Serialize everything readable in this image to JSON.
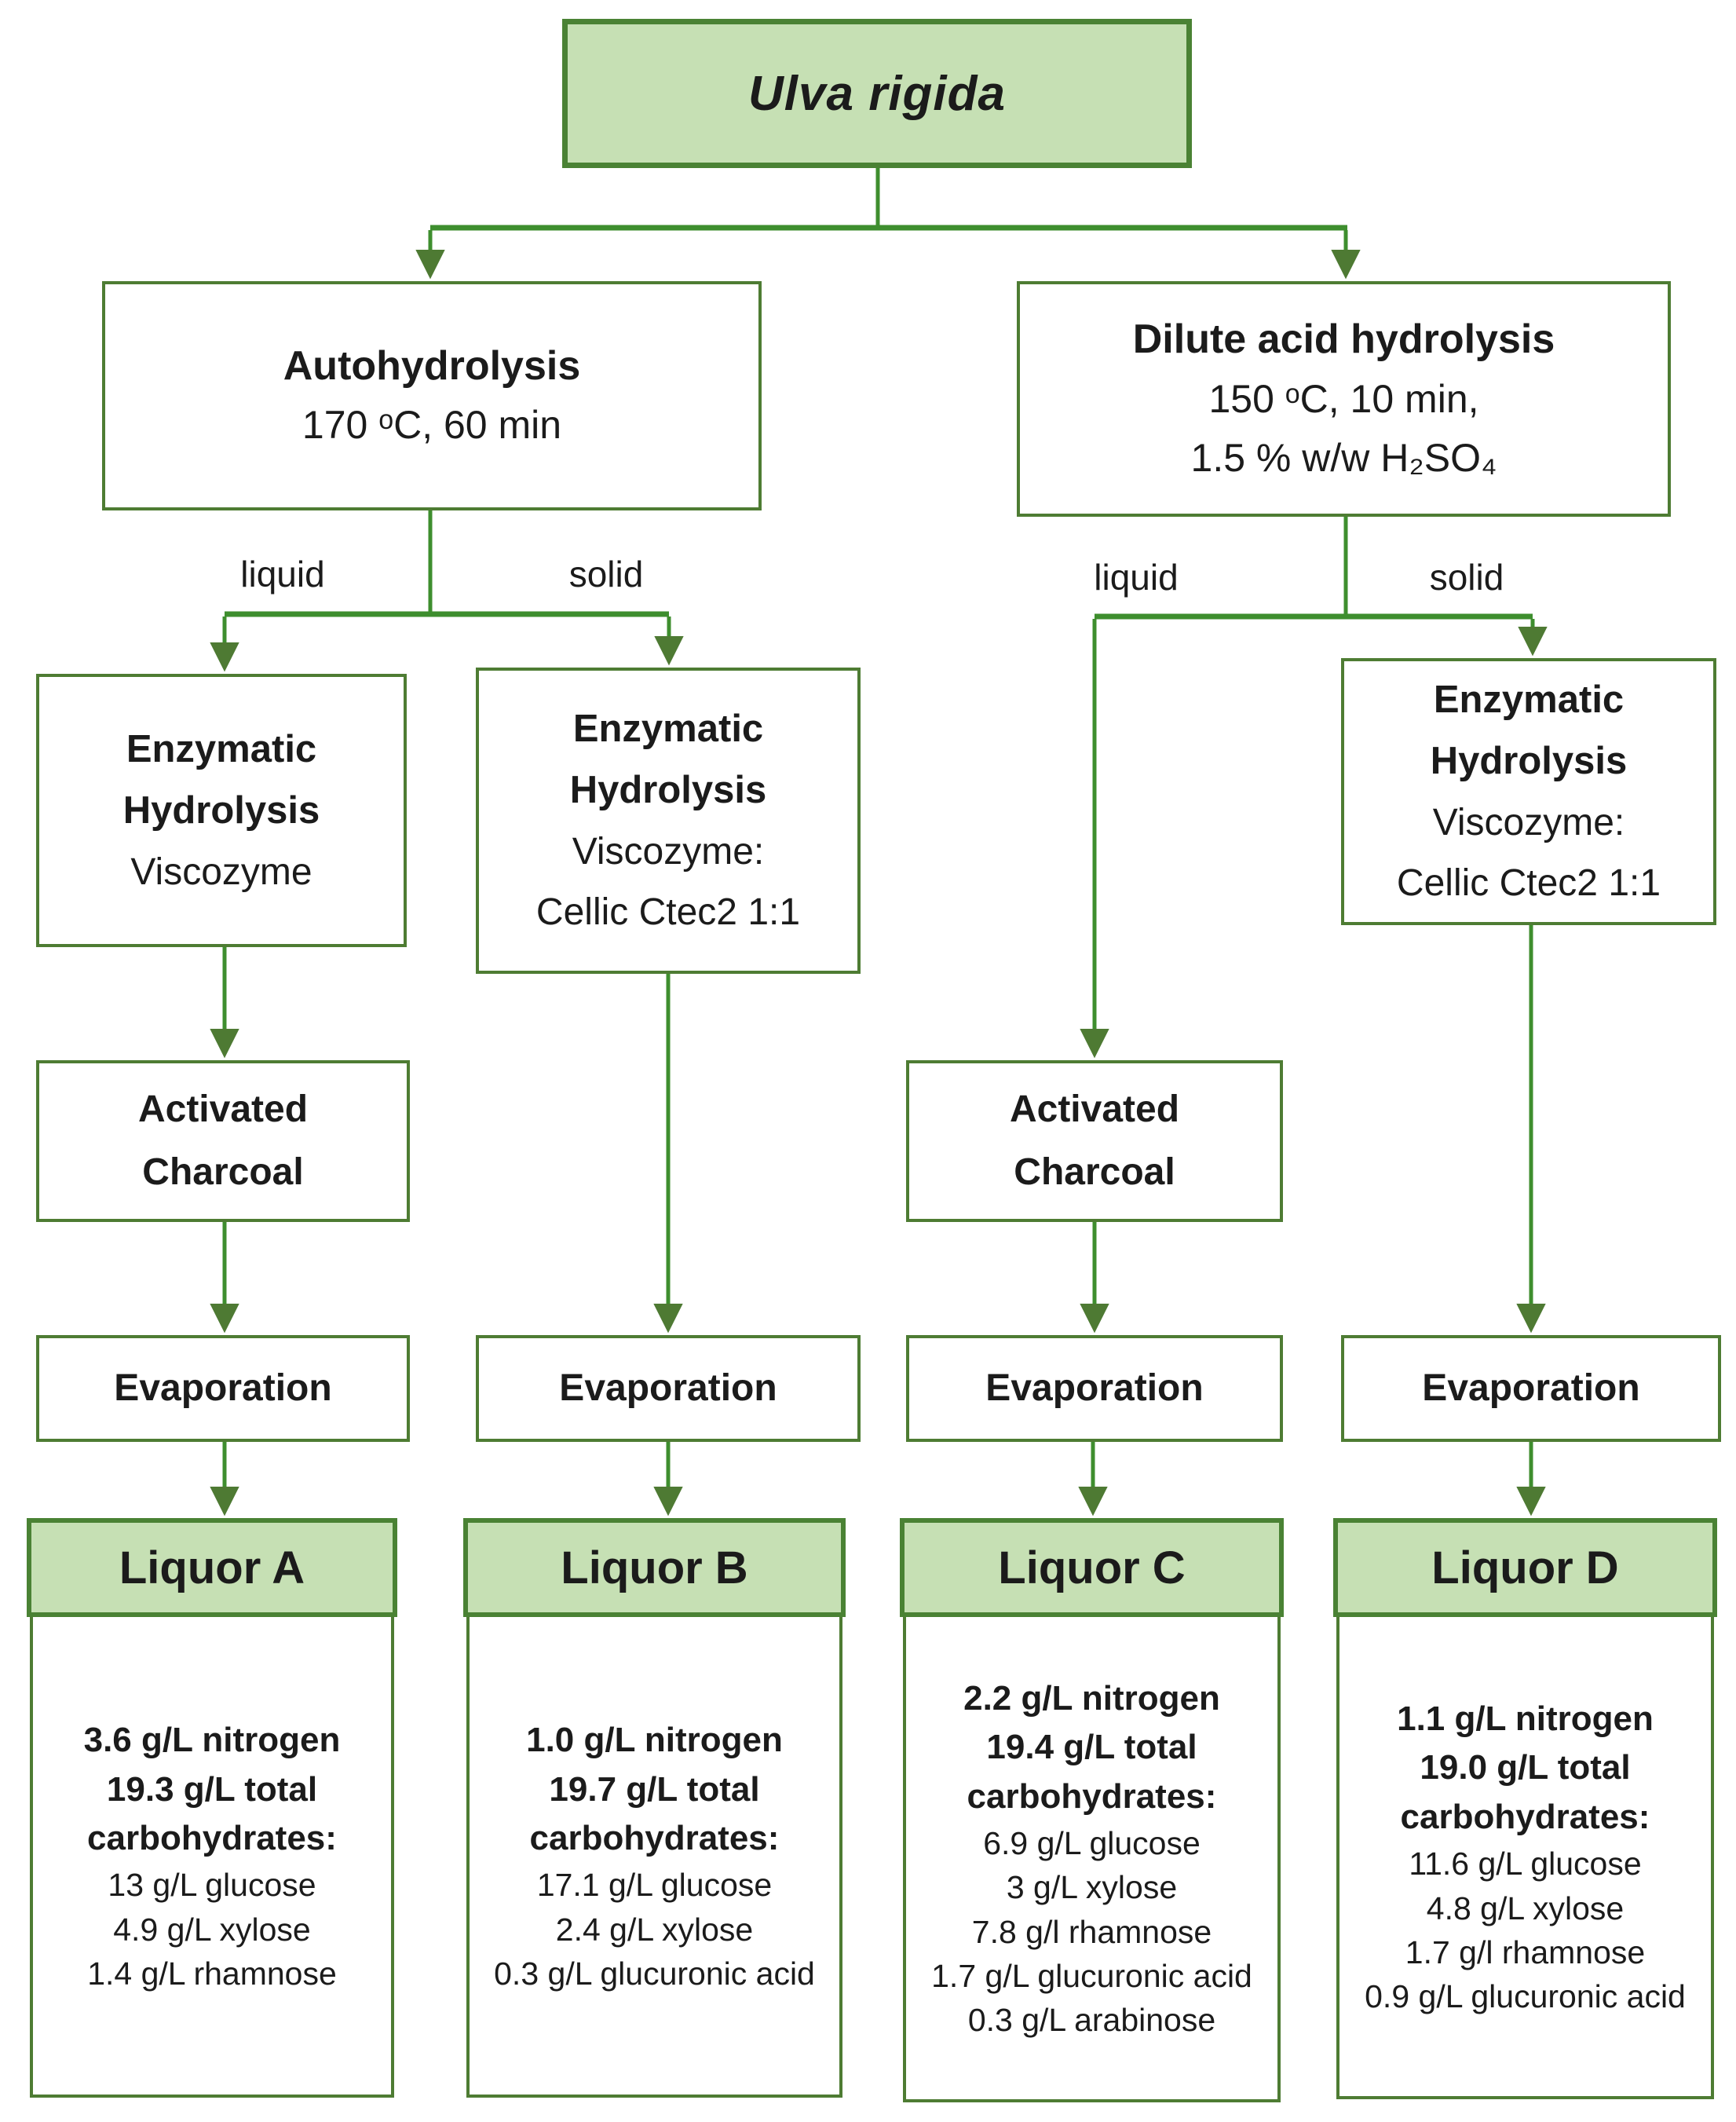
{
  "colors": {
    "box_fill_green": "#C6E0B4",
    "box_border_green": "#4E7C33",
    "connector_green": "#3E8E2E",
    "arrowhead_green": "#4E7A33",
    "text": "#1B1B1B"
  },
  "root_node": {
    "label": "Ulva rigida"
  },
  "branches": {
    "autohydrolysis": {
      "title": "Autohydrolysis",
      "sub_lines": [
        "170 ᵒC, 60 min"
      ]
    },
    "dilute_acid": {
      "title": "Dilute acid hydrolysis",
      "sub_lines": [
        "150 ᵒC, 10 min,",
        "1.5 % w/w H₂SO₄"
      ]
    }
  },
  "split_labels": {
    "left_liquid": "liquid",
    "left_solid": "solid",
    "right_liquid": "liquid",
    "right_solid": "solid"
  },
  "process_nodes": {
    "enzymatic_a": {
      "title_lines": [
        "Enzymatic",
        "Hydrolysis"
      ],
      "sub_lines": [
        "Viscozyme"
      ]
    },
    "enzymatic_b": {
      "title_lines": [
        "Enzymatic",
        "Hydrolysis"
      ],
      "sub_lines": [
        "Viscozyme:",
        "Cellic Ctec2 1:1"
      ]
    },
    "enzymatic_d": {
      "title_lines": [
        "Enzymatic",
        "Hydrolysis"
      ],
      "sub_lines": [
        "Viscozyme:",
        "Cellic Ctec2 1:1"
      ]
    },
    "charcoal_a": {
      "title_lines": [
        "Activated",
        "Charcoal"
      ]
    },
    "charcoal_c": {
      "title_lines": [
        "Activated",
        "Charcoal"
      ]
    },
    "evaporation_a": {
      "title": "Evaporation"
    },
    "evaporation_b": {
      "title": "Evaporation"
    },
    "evaporation_c": {
      "title": "Evaporation"
    },
    "evaporation_d": {
      "title": "Evaporation"
    }
  },
  "liquors": [
    {
      "name": "Liquor A",
      "bold_lines": [
        "3.6 g/L nitrogen",
        "19.3 g/L total",
        "carbohydrates:"
      ],
      "detail_lines": [
        "13 g/L glucose",
        "4.9 g/L xylose",
        "1.4 g/L rhamnose"
      ]
    },
    {
      "name": "Liquor B",
      "bold_lines": [
        "1.0 g/L nitrogen",
        "19.7 g/L total",
        "carbohydrates:"
      ],
      "detail_lines": [
        "17.1 g/L glucose",
        "2.4 g/L xylose",
        "0.3 g/L glucuronic acid"
      ]
    },
    {
      "name": "Liquor C",
      "bold_lines": [
        "2.2 g/L nitrogen",
        "19.4 g/L total",
        "carbohydrates:"
      ],
      "detail_lines": [
        "6.9 g/L glucose",
        "3 g/L xylose",
        "7.8 g/l rhamnose",
        "1.7 g/L glucuronic acid",
        "0.3 g/L arabinose"
      ]
    },
    {
      "name": "Liquor D",
      "bold_lines": [
        "1.1 g/L nitrogen",
        "19.0 g/L total",
        "carbohydrates:"
      ],
      "detail_lines": [
        "11.6 g/L glucose",
        "4.8 g/L xylose",
        "1.7 g/l rhamnose",
        "0.9 g/L glucuronic acid"
      ]
    }
  ]
}
